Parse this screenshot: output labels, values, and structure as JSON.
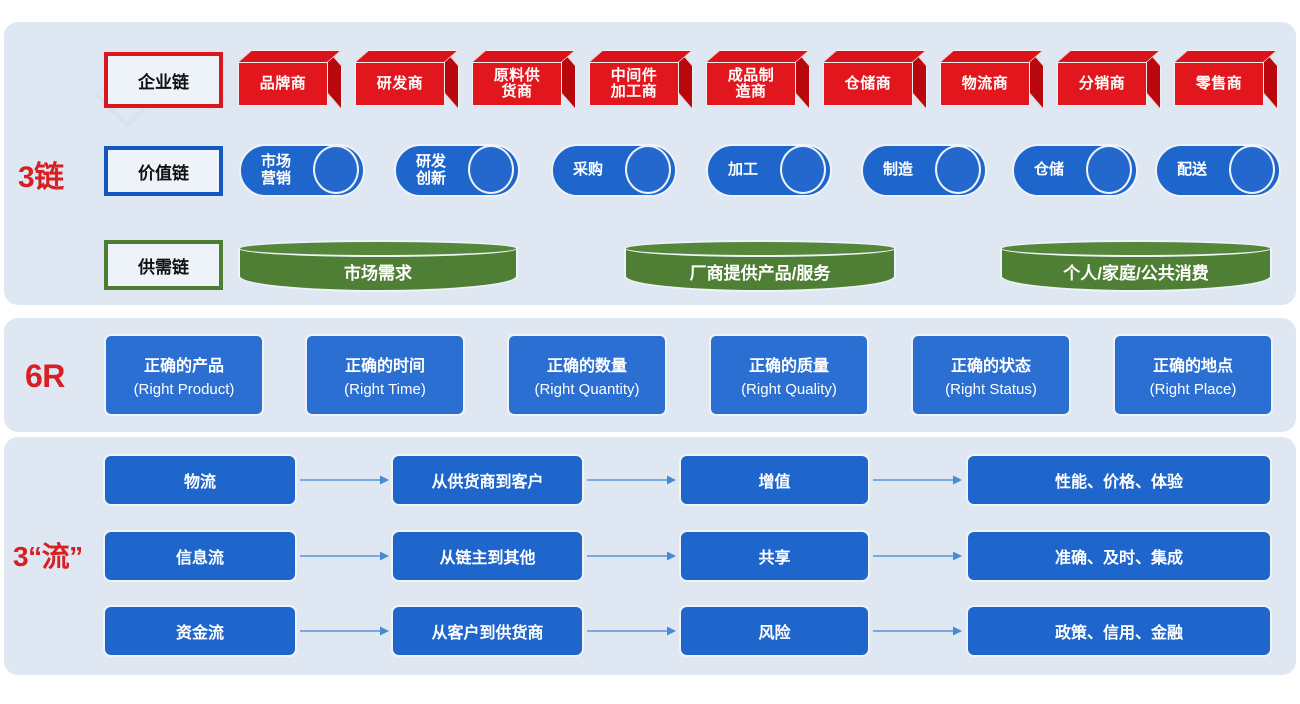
{
  "sections": {
    "chains": {
      "label": "3链",
      "rows": [
        {
          "tag": "企业链",
          "tag_color": "#d8181f",
          "items": [
            "品牌商",
            "研发商",
            "原料供\n货商",
            "中间件\n加工商",
            "成品制\n造商",
            "仓储商",
            "物流商",
            "分销商",
            "零售商"
          ]
        },
        {
          "tag": "价值链",
          "tag_color": "#1557c0",
          "items": [
            "市场\n营销",
            "研发\n创新",
            "采购",
            "加工",
            "制造",
            "仓储",
            "配送"
          ]
        },
        {
          "tag": "供需链",
          "tag_color": "#4d7d33",
          "items": [
            "市场需求",
            "厂商提供产品/服务",
            "个人/家庭/公共消费"
          ]
        }
      ]
    },
    "sixr": {
      "label": "6R",
      "cards": [
        {
          "cn": "正确的产品",
          "en": "(Right Product)"
        },
        {
          "cn": "正确的时间",
          "en": "(Right Time)"
        },
        {
          "cn": "正确的数量",
          "en": "(Right Quantity)"
        },
        {
          "cn": "正确的质量",
          "en": "(Right Quality)"
        },
        {
          "cn": "正确的状态",
          "en": "(Right Status)"
        },
        {
          "cn": "正确的地点",
          "en": "(Right Place)"
        }
      ]
    },
    "flows": {
      "label": "3“流”",
      "rows": [
        {
          "name": "物流",
          "direction": "从供货商到客户",
          "effect": "增值",
          "outcome": "性能、价格、体验"
        },
        {
          "name": "信息流",
          "direction": "从链主到其他",
          "effect": "共享",
          "outcome": "准确、及时、集成"
        },
        {
          "name": "资金流",
          "direction": "从客户到供货商",
          "effect": "风险",
          "outcome": "政策、信用、金融"
        }
      ]
    }
  },
  "colors": {
    "panel_bg": "#dfe7f2",
    "red": "#e2161d",
    "blue": "#1f66cc",
    "green": "#4e7f35",
    "accent_red": "#d81f23",
    "arrow": "#7aa8e0"
  }
}
